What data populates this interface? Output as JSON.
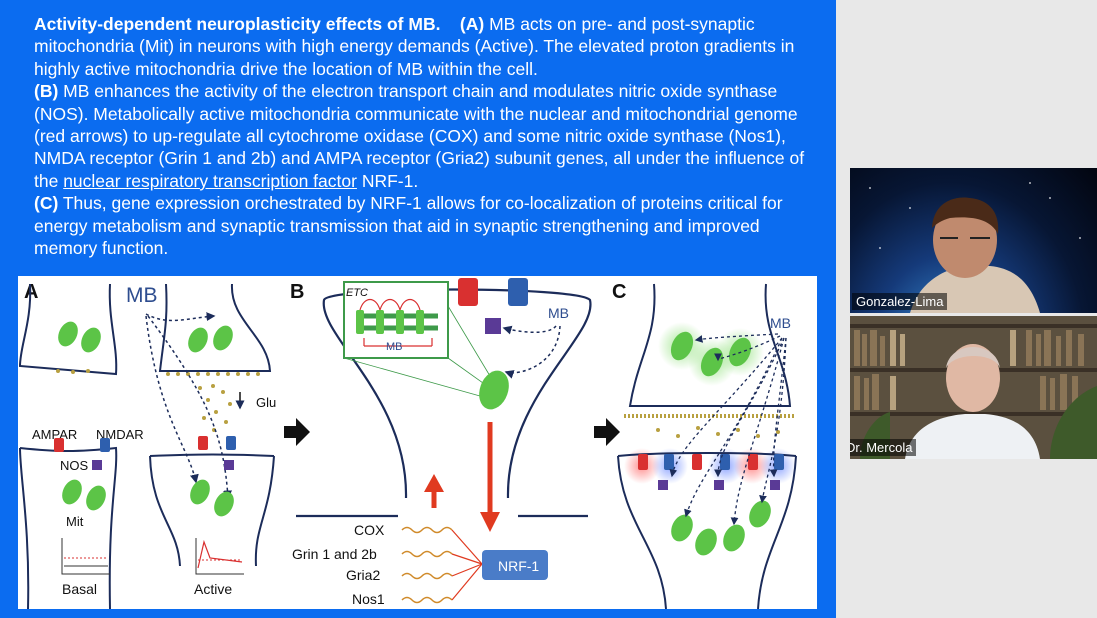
{
  "caption": {
    "title": "Activity-dependent neuroplasticity effects of MB.",
    "a_label": "(A)",
    "a_text": "MB acts on pre- and post-synaptic mitochondria (Mit) in neurons with high energy demands (Active). The elevated proton gradients in highly active mitochondria drive the location of MB within the cell.",
    "b_label": "(B)",
    "b_text_1": "MB enhances the activity of the electron transport chain and modulates nitric oxide synthase (NOS). Metabolically active mitochondria communicate with the nuclear and mitochondrial genome (red arrows) to up-regulate all cytochrome oxidase (COX) and some nitric oxide synthase (Nos1), NMDA receptor (Grin 1 and 2b) and AMPA receptor (Gria2) subunit genes, all under the influence of the",
    "b_link": "nuclear respiratory transcription factor",
    "b_text_2": "NRF-1.",
    "c_label": "(C)",
    "c_text": "Thus, gene expression orchestrated by NRF-1 allows for co-localization of proteins critical for energy metabolism and synaptic transmission that aid in synaptic strengthening and improved memory function."
  },
  "figure": {
    "panel_a": {
      "letter": "A",
      "mb": "MB",
      "glu": "Glu",
      "ampar": "AMPAR",
      "nmdar": "NMDAR",
      "nos": "NOS",
      "mit": "Mit",
      "basal": "Basal",
      "active": "Active"
    },
    "panel_b": {
      "letter": "B",
      "etc": "ETC",
      "mb_inset": "MB",
      "mb": "MB",
      "genes": [
        "COX",
        "Grin 1 and 2b",
        "Gria2",
        "Nos1"
      ],
      "nrf1": "NRF-1"
    },
    "panel_c": {
      "letter": "C",
      "mb": "MB"
    }
  },
  "participants": [
    {
      "name": "Gonzalez-Lima"
    },
    {
      "name": "Dr. Mercola"
    }
  ],
  "colors": {
    "slide_bg": "#0b6cf0",
    "mito_green": "#5cc447",
    "receptor_red": "#d93030",
    "receptor_blue": "#2e5fae",
    "nos_purple": "#5a3a96",
    "arrow_red": "#e03a20"
  }
}
